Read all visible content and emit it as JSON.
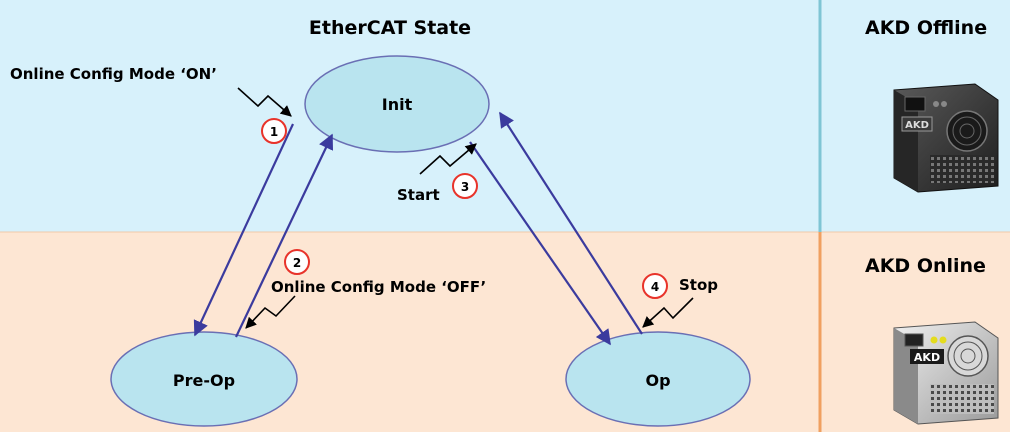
{
  "diagram": {
    "title": "EtherCAT State",
    "states": {
      "init": "Init",
      "preop": "Pre-Op",
      "op": "Op"
    },
    "labels": {
      "online_on": "Online Config Mode ‘ON’",
      "online_off": "Online Config Mode ‘OFF’",
      "start": "Start",
      "stop": "Stop"
    },
    "steps": [
      "1",
      "2",
      "3",
      "4"
    ]
  },
  "side_panel": {
    "offline_title": "AKD Offline",
    "online_title": "AKD Online",
    "device_logo": "AKD"
  },
  "colors": {
    "top_band": "#d7f1fb",
    "bottom_band": "#fde6d3",
    "ellipse_fill": "#b9e4ef",
    "ellipse_stroke": "#6a6fb4",
    "arrow": "#3b3b9e",
    "step_circle": "#e8332a",
    "divider_top": "#7fc5d4",
    "divider_bottom": "#f0a060"
  }
}
